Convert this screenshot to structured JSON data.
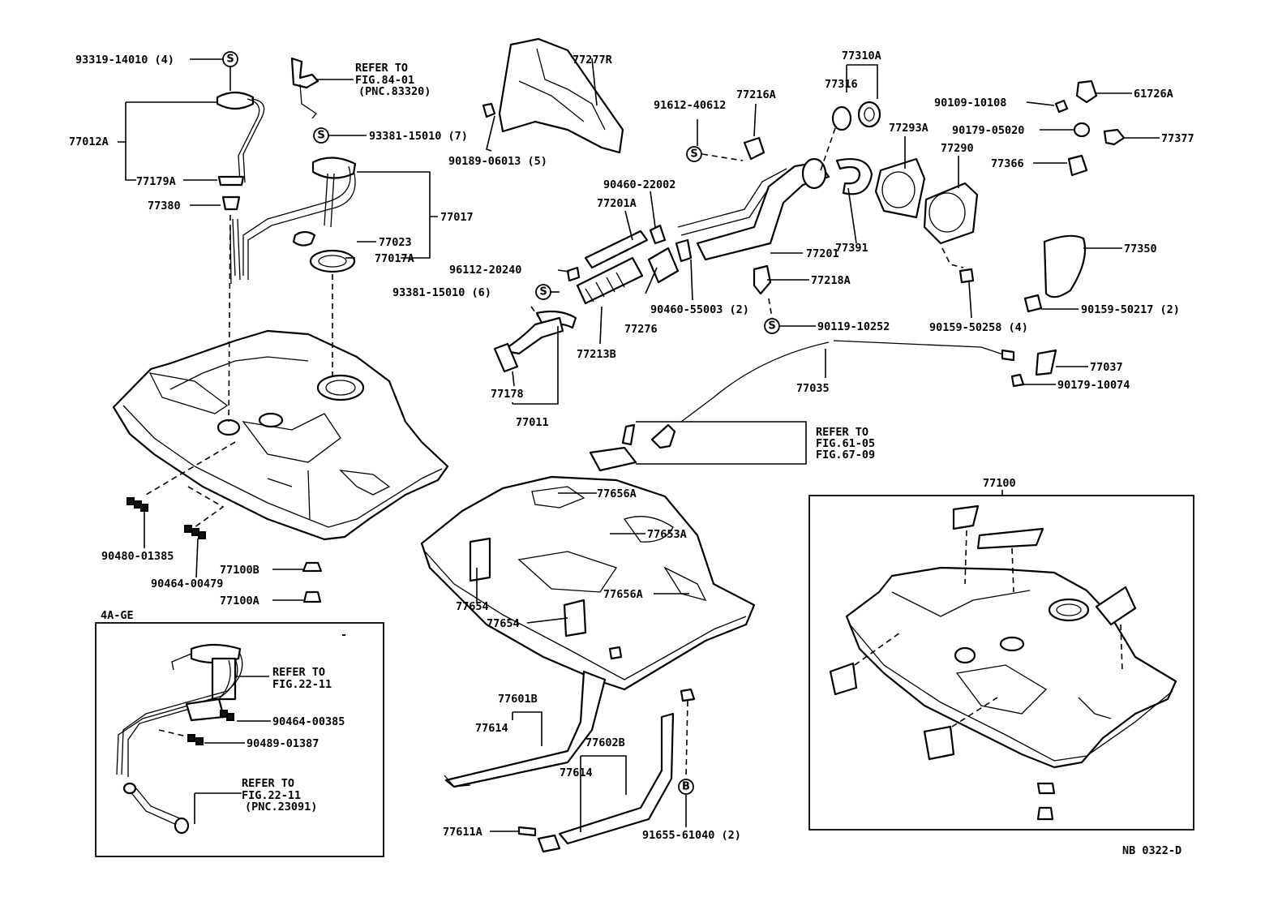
{
  "diagram_id": "NB 0322-D",
  "symbols": {
    "s": "S",
    "b": "B"
  },
  "labels": {
    "p93319": "93319-14010 (4)",
    "p77012A": "77012A",
    "p77179A": "77179A",
    "p77380": "77380",
    "refer_a1": "REFER TO",
    "refer_a2": "FIG.84-01",
    "refer_a3": "(PNC.83320)",
    "p93381_7": "93381-15010 (7)",
    "p77017": "77017",
    "p77023": "77023",
    "p77017A": "77017A",
    "p93381_6": "93381-15010 (6)",
    "p77277R": "77277R",
    "p90189": "90189-06013 (5)",
    "p90460_22002": "90460-22002",
    "p77201A": "77201A",
    "p96112": "96112-20240",
    "p90460_55003": "90460-55003 (2)",
    "p77276": "77276",
    "p77213B": "77213B",
    "p77178": "77178",
    "p77011": "77011",
    "p91612": "91612-40612",
    "p77216A": "77216A",
    "p77310A": "77310A",
    "p77316": "77316",
    "p77293A": "77293A",
    "p77290": "77290",
    "p77391": "77391",
    "p77201": "77201",
    "p77218A": "77218A",
    "p90119": "90119-10252",
    "p90159_50258": "90159-50258 (4)",
    "p90109": "90109-10108",
    "p61726A": "61726A",
    "p90179_05020": "90179-05020",
    "p77377": "77377",
    "p77366": "77366",
    "p77350": "77350",
    "p90159_50217": "90159-50217 (2)",
    "p77037": "77037",
    "p90179_10074": "90179-10074",
    "p77035": "77035",
    "refer_b1": "REFER TO",
    "refer_b2": "FIG.61-05",
    "refer_b3": "FIG.67-09",
    "p90480": "90480-01385",
    "p90464_00479": "90464-00479",
    "p77100B": "77100B",
    "p77100A": "77100A",
    "p77656A_top": "77656A",
    "p77653A": "77653A",
    "p77654_1": "77654",
    "p77656A_mid": "77656A",
    "p77654_2": "77654",
    "p77601B": "77601B",
    "p77614_1": "77614",
    "p77602B": "77602B",
    "p77614_2": "77614",
    "p77611A": "77611A",
    "p91655": "91655-61040 (2)",
    "p77100": "77100",
    "inset_title": "4A-GE",
    "inset_dash": "-",
    "refer_c1": "REFER TO",
    "refer_c2": "FIG.22-11",
    "p90464_00385": "90464-00385",
    "p90489": "90489-01387",
    "refer_d1": "REFER TO",
    "refer_d2": "FIG.22-11",
    "refer_d3": "(PNC.23091)"
  }
}
